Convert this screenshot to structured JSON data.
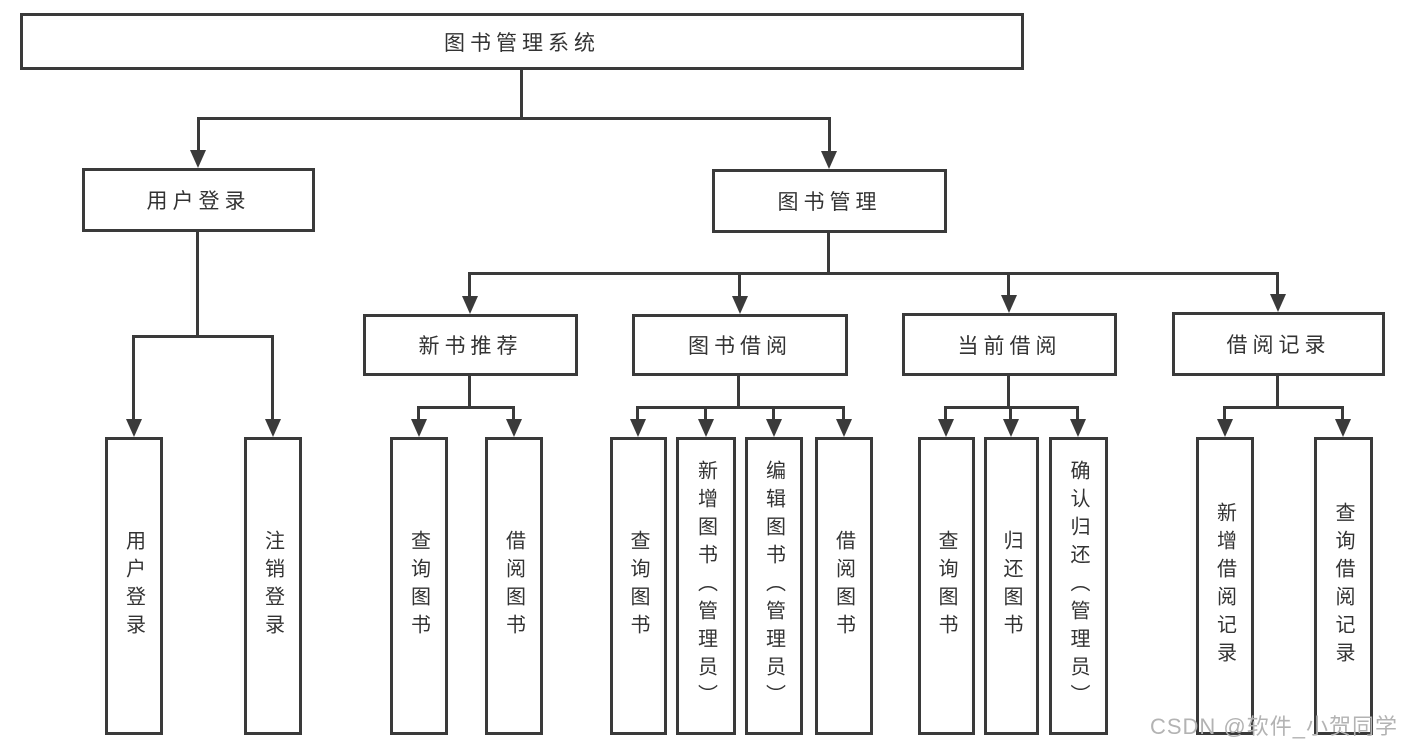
{
  "diagram": {
    "title": "图书管理系统",
    "colors": {
      "line": "#3a3a3a",
      "text": "#333333",
      "background": "#ffffff",
      "watermark": "#b3b3b3"
    },
    "nodes": {
      "root": "图书管理系统",
      "user_login": "用户登录",
      "book_mgmt": "图书管理",
      "new_book": "新书推荐",
      "book_borrow": "图书借阅",
      "current_borrow": "当前借阅",
      "borrow_record": "借阅记录",
      "user_login_children": [
        "用户登录",
        "注销登录"
      ],
      "new_book_children": [
        "查询图书",
        "借阅图书"
      ],
      "book_borrow_children": [
        "查询图书",
        "新增图书（管理员）",
        "编辑图书（管理员）",
        "借阅图书"
      ],
      "current_borrow_children": [
        "查询图书",
        "归还图书",
        "确认归还（管理员）"
      ],
      "borrow_record_children": [
        "新增借阅记录",
        "查询借阅记录"
      ]
    },
    "watermark": "CSDN @软件_小贺同学"
  }
}
